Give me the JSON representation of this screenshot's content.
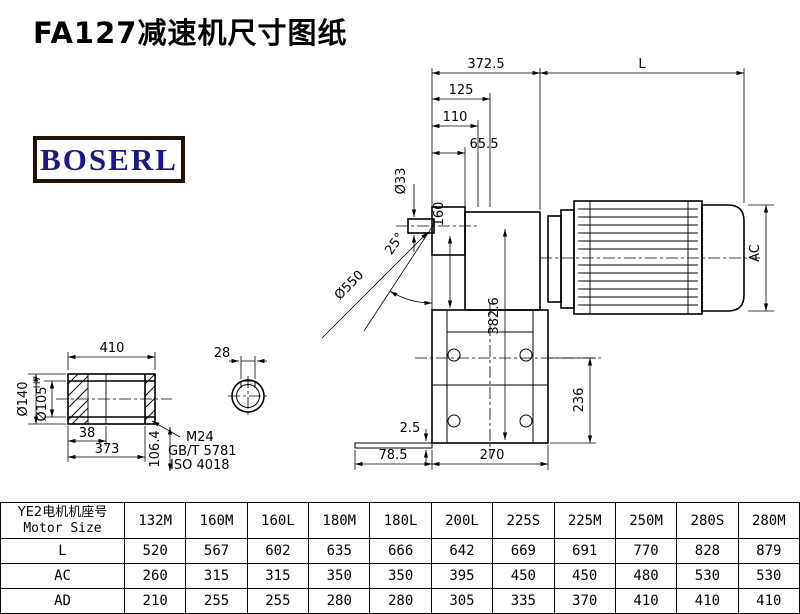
{
  "header": {
    "title": "FA127减速机尺寸图纸",
    "logo_text": "BOSERL"
  },
  "drawing": {
    "d372": "372.5",
    "dL": "L",
    "d125": "125",
    "d110": "110",
    "d65": "65.5",
    "d33": "Ø33",
    "d160": "160",
    "d25": "25°",
    "d550": "Ø550",
    "d382": "382.6",
    "dAC": "AC",
    "d236": "236",
    "d2_5": "2.5",
    "d78": "78.5",
    "d270": "270",
    "d410": "410",
    "d140": "Ø140",
    "d105": "Ø105",
    "d105_tol": "H7",
    "d38": "38",
    "d373": "373",
    "m24": "M24",
    "gb": "GB/T 5781",
    "iso": "ISO 4018",
    "d106": "106.4",
    "d28": "28"
  },
  "table": {
    "header_cn": "YE2电机机座号",
    "header_en": "Motor Size",
    "columns": [
      "132M",
      "160M",
      "160L",
      "180M",
      "180L",
      "200L",
      "225S",
      "225M",
      "250M",
      "280S",
      "280M"
    ],
    "rows": [
      {
        "label": "L",
        "values": [
          "520",
          "567",
          "602",
          "635",
          "666",
          "642",
          "669",
          "691",
          "770",
          "828",
          "879"
        ]
      },
      {
        "label": "AC",
        "values": [
          "260",
          "315",
          "315",
          "350",
          "350",
          "395",
          "450",
          "450",
          "480",
          "530",
          "530"
        ]
      },
      {
        "label": "AD",
        "values": [
          "210",
          "255",
          "255",
          "280",
          "280",
          "305",
          "335",
          "370",
          "410",
          "410",
          "410"
        ]
      }
    ]
  }
}
